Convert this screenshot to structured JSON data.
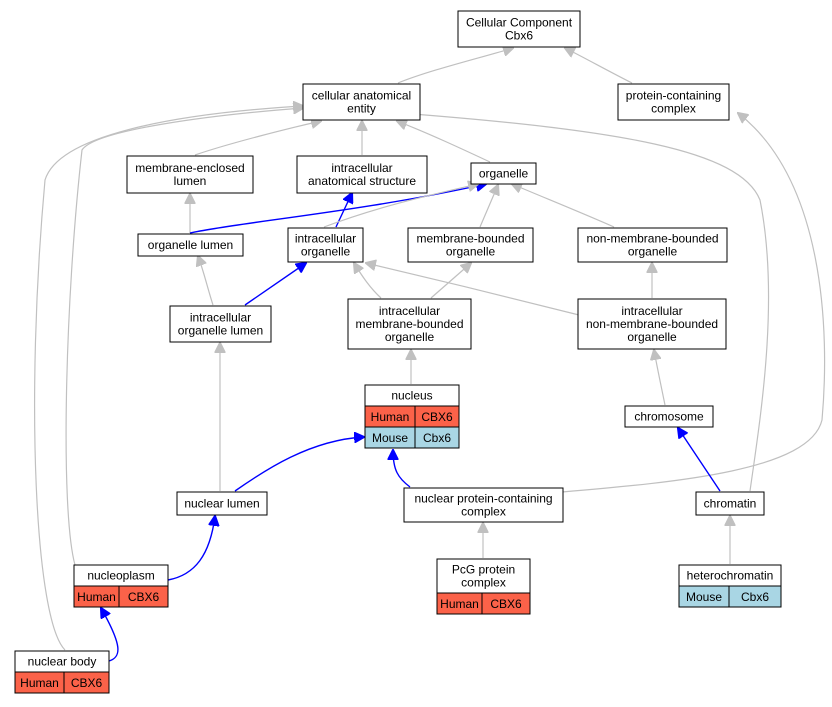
{
  "colors": {
    "human": "#fb6249",
    "mouse": "#a9d6e4",
    "is_a_edge": "#c0c0c0",
    "part_of_edge": "#0000ff"
  },
  "nodes": {
    "root": [
      "Cellular Component",
      "Cbx6"
    ],
    "cae": [
      "cellular anatomical",
      "entity"
    ],
    "pcc": [
      "protein-containing",
      "complex"
    ],
    "mel": [
      "membrane-enclosed",
      "lumen"
    ],
    "ias": [
      "intracellular",
      "anatomical structure"
    ],
    "organelle": [
      "organelle"
    ],
    "olumen": [
      "organelle lumen"
    ],
    "iorg": [
      "intracellular",
      "organelle"
    ],
    "mbo": [
      "membrane-bounded",
      "organelle"
    ],
    "nmbo": [
      "non-membrane-bounded",
      "organelle"
    ],
    "iol": [
      "intracellular",
      "organelle lumen"
    ],
    "imbo": [
      "intracellular",
      "membrane-bounded",
      "organelle"
    ],
    "inmbo": [
      "intracellular",
      "non-membrane-bounded",
      "organelle"
    ],
    "nucleus": [
      "nucleus"
    ],
    "chromosome": [
      "chromosome"
    ],
    "nlumen": [
      "nuclear lumen"
    ],
    "npcc": [
      "nuclear protein-containing",
      "complex"
    ],
    "chromatin": [
      "chromatin"
    ],
    "nucleoplasm": [
      "nucleoplasm"
    ],
    "pcg": [
      "PcG protein",
      "complex"
    ],
    "heterochromatin": [
      "heterochromatin"
    ],
    "nbody": [
      "nuclear body"
    ]
  },
  "annotations": {
    "nucleus": [
      {
        "species": "Human",
        "gene": "CBX6"
      },
      {
        "species": "Mouse",
        "gene": "Cbx6"
      }
    ],
    "nucleoplasm": [
      {
        "species": "Human",
        "gene": "CBX6"
      }
    ],
    "pcg": [
      {
        "species": "Human",
        "gene": "CBX6"
      }
    ],
    "heterochromatin": [
      {
        "species": "Mouse",
        "gene": "Cbx6"
      }
    ],
    "nbody": [
      {
        "species": "Human",
        "gene": "CBX6"
      }
    ]
  }
}
